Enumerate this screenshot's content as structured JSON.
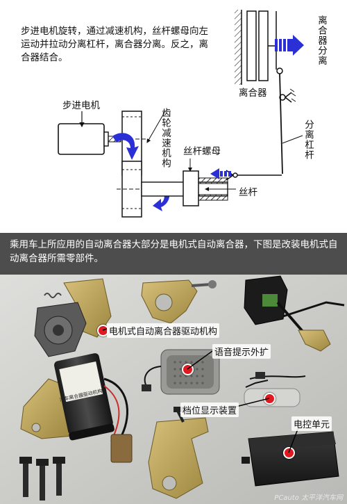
{
  "diagram": {
    "intro_text": "步进电机旋转，通过减速机构，丝杆螺母向左运动并拉动分离杠杆，离合器分离。反之，离合器结合。",
    "labels": {
      "stepper_motor": "步进电机",
      "gear_reducer": "齿轮减速机构",
      "lead_screw_nut": "丝杆螺母",
      "lead_screw": "丝杆",
      "release_lever": "分离杠杆",
      "clutch": "离合器",
      "clutch_release": "离合器分离"
    },
    "colors": {
      "arrow": "#2b2fd6",
      "line": "#1a1a1a"
    }
  },
  "caption": {
    "text": "乘用车上所应用的自动离合器大部分是电机式自动离合器，下图是改装电机式自动离合器所需零部件。"
  },
  "photo": {
    "labels": {
      "drive_mechanism": "电机式自动离合器驱动机构",
      "voice_speaker": "语音提示外扩",
      "gear_display": "档位显示装置",
      "ecu": "电控单元"
    },
    "motor_plate_text": "汽车离合器驱动机构",
    "watermark": "PCauto 太平洋汽车网",
    "colors": {
      "marker": "#e0181f",
      "background": "#c9c9c6"
    }
  }
}
